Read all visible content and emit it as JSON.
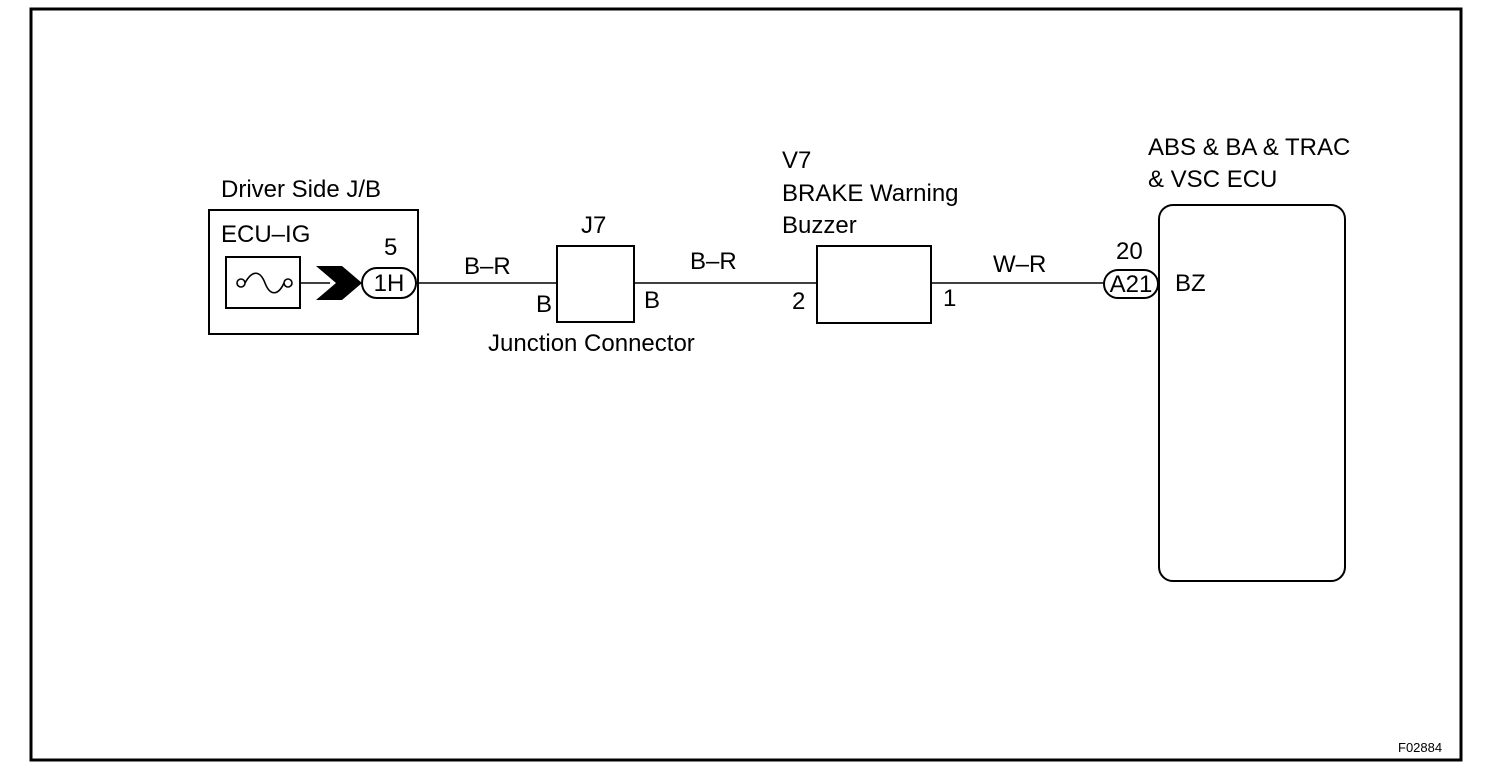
{
  "diagram_id": "F02884",
  "jb": {
    "title": "Driver Side J/B",
    "fuse": "ECU–IG",
    "pin": "5",
    "connector": "1H"
  },
  "jc": {
    "id": "J7",
    "name": "Junction Connector",
    "left_pin": "B",
    "right_pin": "B"
  },
  "buzzer": {
    "id": "V7",
    "name_line1": "BRAKE Warning",
    "name_line2": "Buzzer",
    "pin_in": "2",
    "pin_out": "1"
  },
  "ecu": {
    "name_line1": "ABS & BA & TRAC",
    "name_line2": "& VSC ECU",
    "pin": "20",
    "connector": "A21",
    "terminal": "BZ"
  },
  "wires": {
    "w1": "B–R",
    "w2": "B–R",
    "w3": "W–R"
  }
}
